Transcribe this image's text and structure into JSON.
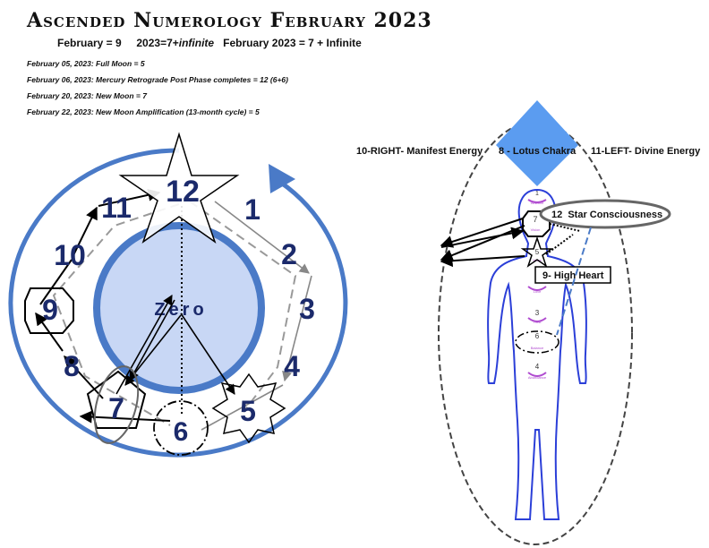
{
  "header": {
    "title": "Ascended Numerology February 2023",
    "summary": {
      "month": "February = 9",
      "year_prefix": "2023=7+",
      "year_infinite": "infinite",
      "total": "February 2023 = 7 + Infinite"
    },
    "dates": [
      "February 05, 2023: Full Moon = 5",
      "February 06, 2023: Mercury Retrograde Post Phase completes = 12 (6+6)",
      "February 20, 2023: New Moon = 7",
      "February 22, 2023: New Moon Amplification (13-month cycle) = 5"
    ]
  },
  "wheel": {
    "center_label": "Zero",
    "numbers": [
      "1",
      "2",
      "3",
      "4",
      "5",
      "6",
      "7",
      "8",
      "9",
      "10",
      "11",
      "12"
    ]
  },
  "body": {
    "right_label": "10-RIGHT- Manifest Energy",
    "center_label": "8 - Lotus Chakra",
    "left_label": "11-LEFT- Divine Energy",
    "star_label": "12  Star Consciousness",
    "heart_label": "9- High Heart",
    "chakras": [
      {
        "num": "1",
        "word": "Wisdom"
      },
      {
        "num": "7",
        "word": "Vision"
      },
      {
        "num": "5",
        "word": "Voice"
      },
      {
        "num": "2",
        "word": "Love"
      },
      {
        "num": "3",
        "word": "Trust"
      },
      {
        "num": "6",
        "word": "Balance"
      },
      {
        "num": "4",
        "word": "Abundance"
      }
    ]
  },
  "colors": {
    "ring_blue": "#4a7ac7",
    "zero_fill": "#c8d7f5",
    "diamond": "#5b9cf0",
    "navy_text": "#1b2a6b",
    "chakra_purple": "#b04bd0",
    "body_outline": "#2b3fd8"
  }
}
